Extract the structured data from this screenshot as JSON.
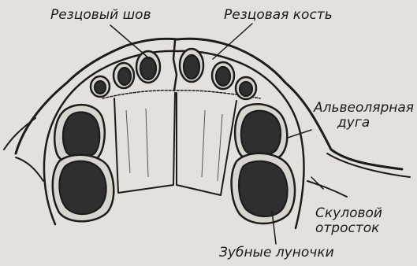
{
  "labels": {
    "incisive_suture": "Резцовый шов",
    "incisive_bone": "Резцовая кость",
    "alveolar_arch_line1": "Альвеолярная",
    "alveolar_arch_line2": "дуга",
    "zygomatic_process_line1": "Скуловой",
    "zygomatic_process_line2": "отросток",
    "dental_alveoli": "Зубные луночки"
  },
  "colors": {
    "paper": "#e4e1dc",
    "ink": "#1c1c1c"
  }
}
